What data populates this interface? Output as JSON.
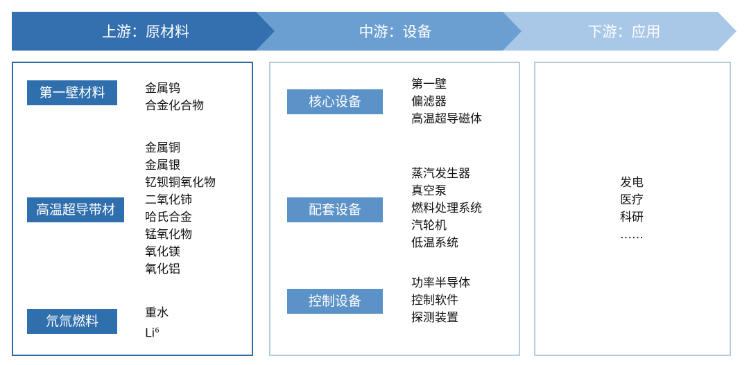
{
  "stages": [
    {
      "label": "上游：原材料"
    },
    {
      "label": "中游：设备"
    },
    {
      "label": "下游：应用"
    }
  ],
  "upstream": {
    "groups": [
      {
        "tag": "第一壁材料",
        "items": [
          "金属钨",
          "合金化合物"
        ]
      },
      {
        "tag": "高温超导带材",
        "items": [
          "金属铜",
          "金属银",
          "钇钡铜氧化物",
          "二氧化铈",
          "哈氏合金",
          "锰氧化物",
          "氧化镁",
          "氧化铝"
        ]
      },
      {
        "tag": "氘氚燃料",
        "items": [
          "重水"
        ],
        "li_base": "Li",
        "li_sup": "6"
      }
    ]
  },
  "midstream": {
    "groups": [
      {
        "tag": "核心设备",
        "items": [
          "第一壁",
          "偏滤器",
          "高温超导磁体"
        ]
      },
      {
        "tag": "配套设备",
        "items": [
          "蒸汽发生器",
          "真空泵",
          "燃料处理系统",
          "汽轮机",
          "低温系统"
        ]
      },
      {
        "tag": "控制设备",
        "items": [
          "功率半导体",
          "控制软件",
          "探测装置"
        ]
      }
    ]
  },
  "downstream": {
    "items": [
      "发电",
      "医疗",
      "科研",
      "……"
    ]
  },
  "colors": {
    "stage1": "#3470b0",
    "stage2": "#6b9fd2",
    "stage3": "#a9c8e8",
    "tag_upstream": "#2f6fad",
    "tag_midstream": "#5b92c8"
  }
}
